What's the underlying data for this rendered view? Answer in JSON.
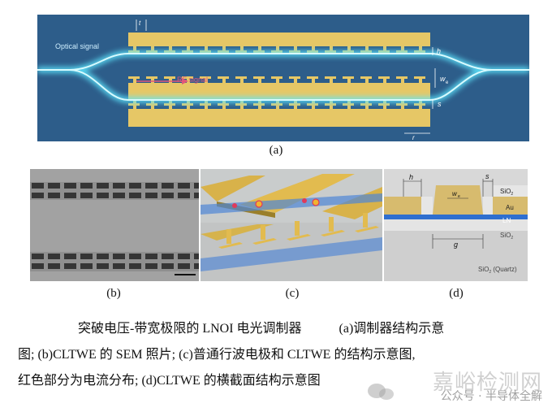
{
  "figure": {
    "panel_a": {
      "label": "(a)",
      "optical_signal": "Optical signal",
      "rf_signal": "RF signal",
      "dim_t": "t",
      "dim_h": "h",
      "dim_we": "w",
      "dim_we_sub": "e",
      "dim_s": "s",
      "dim_r": "r"
    },
    "panel_b": {
      "label": "(b)"
    },
    "panel_c": {
      "label": "(c)"
    },
    "panel_d": {
      "label": "(d)",
      "dim_h": "h",
      "dim_s": "s",
      "dim_we": "w",
      "dim_we_sub": "e",
      "dim_g": "g",
      "sio2_top": "SiO",
      "au": "Au",
      "ln": "LN",
      "sio2_mid": "SiO",
      "sio2_bottom": "SiO",
      "quartz_suffix": "(Quartz)",
      "sub2": "2"
    },
    "caption": {
      "line1_title": "突破电压-带宽极限的 LNOI 电光调制器",
      "line1_a": "(a)调制器结构示意",
      "line2": "图; (b)CLTWE 的 SEM 照片; (c)普通行波电极和 CLTWE 的结构示意图,",
      "line3": "红色部分为电流分布; (d)CLTWE 的横截面结构示意图"
    }
  },
  "watermark": {
    "brand": "嘉峪检测网",
    "source": "公众号 · 半导体全解"
  },
  "colors": {
    "panel_a_bg": "#2d5d8a",
    "electrode_gold": "#e6c766",
    "waveguide_glow": "#5fe8ff",
    "rf_arrow": "#e0577a",
    "sem_bg": "#9a9a9a",
    "sem_pad": "#333333",
    "ln_blue": "#2f6fcf"
  }
}
